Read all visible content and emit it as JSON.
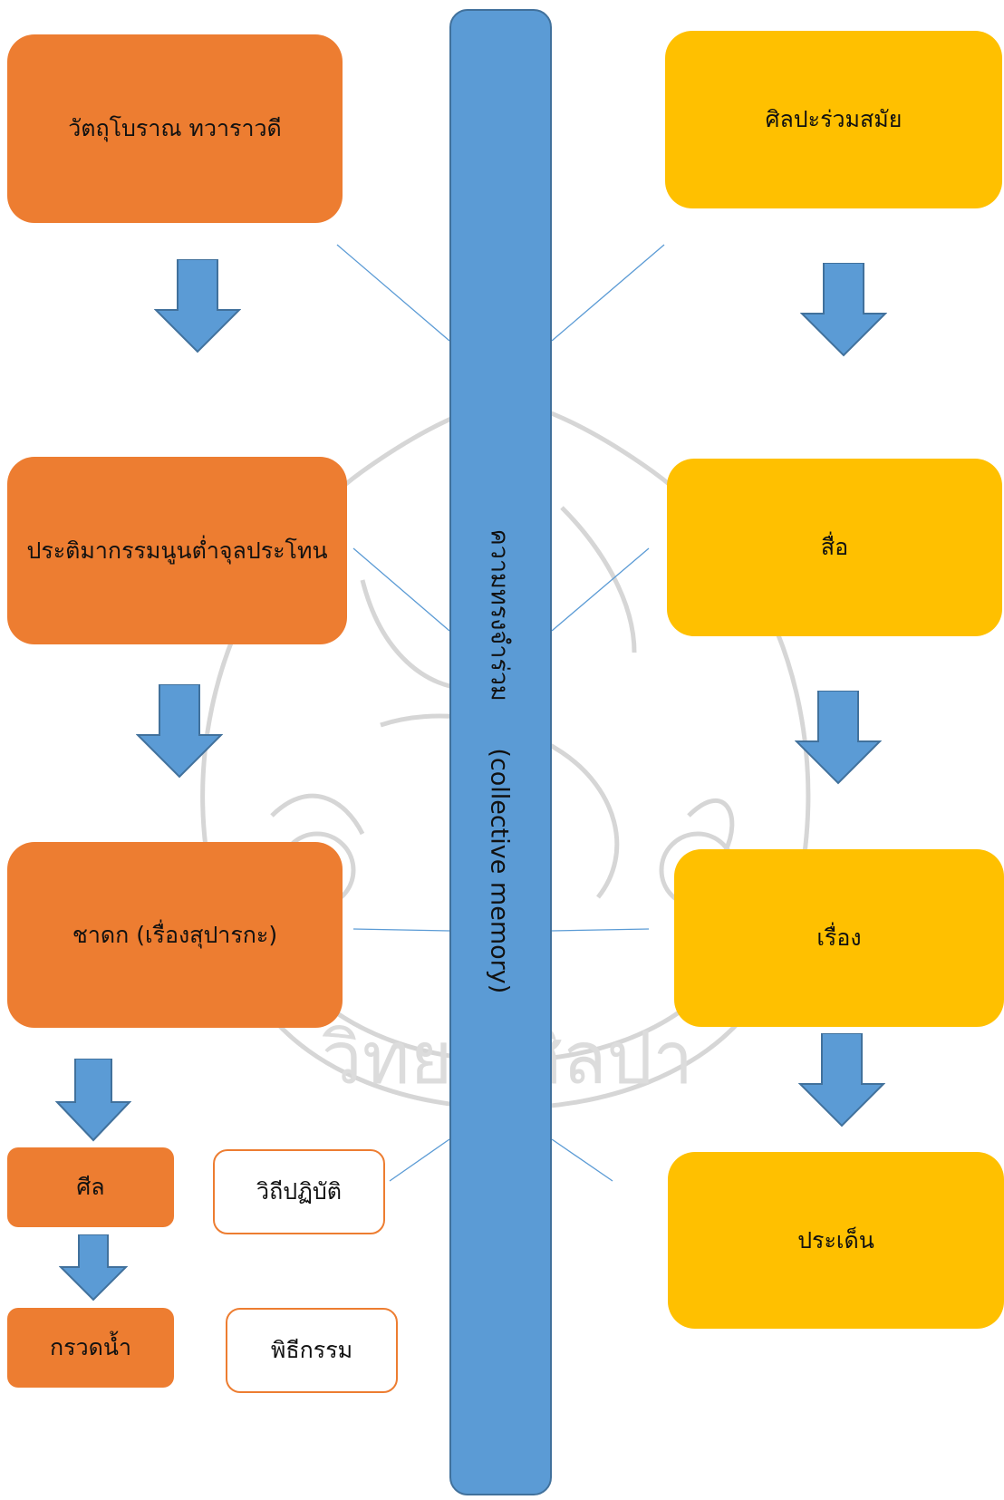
{
  "center": {
    "label_thai": "ความทรงจำร่วม",
    "label_en": "(collective memory)"
  },
  "left": {
    "box1": "วัตถุโบราณ ทวาราวดี",
    "box2": "ประติมากรรมนูนต่ำจุลประโทน",
    "box3": "ชาดก (เรื่องสุปารกะ)",
    "box4": "ศีล",
    "box5": "กรวดน้ำ",
    "outline1": "วิถีปฏิบัติ",
    "outline2": "พิธีกรรม"
  },
  "right": {
    "box1": "ศิลปะร่วมสมัย",
    "box2": "สื่อ",
    "box3": "เรื่อง",
    "box4": "ประเด็น"
  },
  "watermark_text": "วิทยา ศิลปา",
  "colors": {
    "orange": "#ed7d31",
    "yellow": "#ffc000",
    "blue": "#5b9bd5",
    "connector": "#5b9bd5"
  }
}
